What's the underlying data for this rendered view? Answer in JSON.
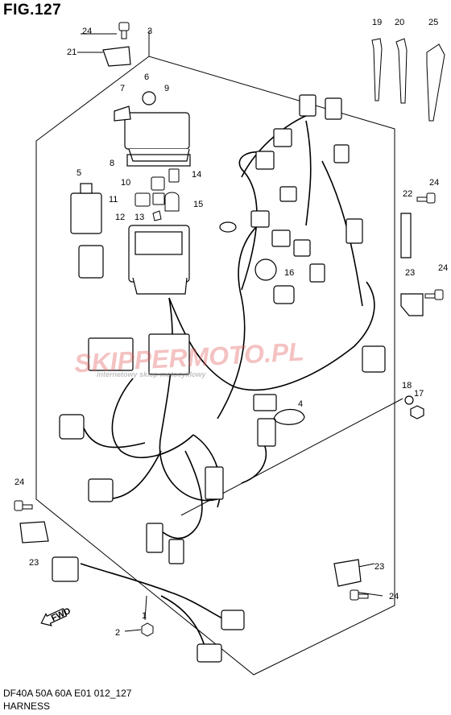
{
  "figure": {
    "title": "FIG.127"
  },
  "watermark": {
    "text": "SKIPPERMOTO.PL",
    "subtitle": "internetowy sklep motocyklowy",
    "color": "#e05050"
  },
  "callouts": [
    "1",
    "2",
    "3",
    "4",
    "5",
    "6",
    "7",
    "8",
    "9",
    "10",
    "11",
    "12",
    "13",
    "14",
    "15",
    "16",
    "17",
    "18",
    "19",
    "20",
    "21",
    "22",
    "23",
    "23",
    "23",
    "24",
    "24",
    "24",
    "24",
    "24",
    "25"
  ],
  "badge": {
    "text": "FWD"
  },
  "footer": {
    "model": "DF40A 50A 60A E01 012_127",
    "name": "HARNESS"
  }
}
